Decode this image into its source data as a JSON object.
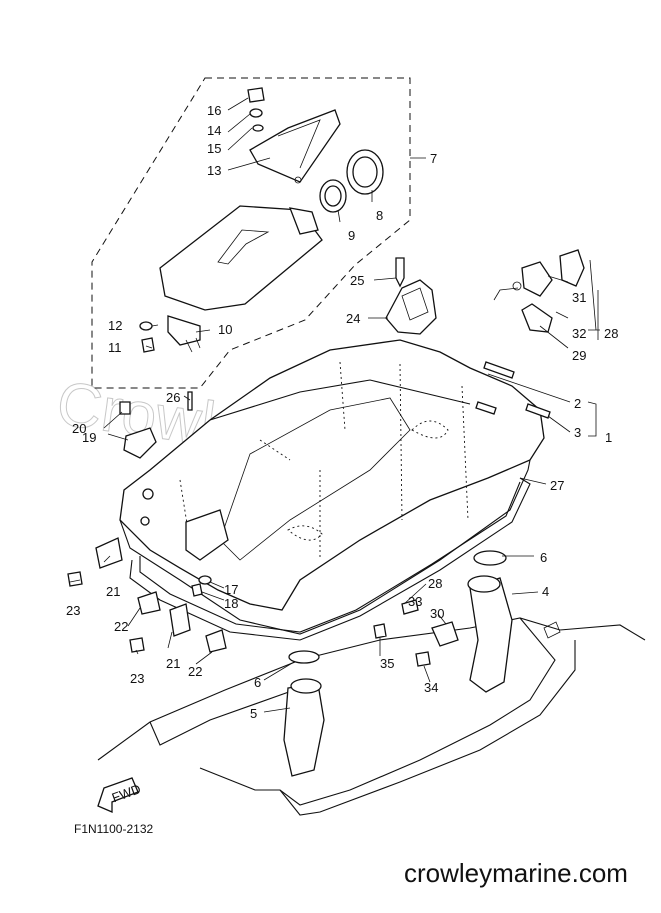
{
  "watermark": "Crowley Marine",
  "fwd_label": "FWD",
  "diagram_code": "F1N1100-2132",
  "site": "crowleymarine.com",
  "callouts": {
    "c1": "1",
    "c2": "2",
    "c3": "3",
    "c4": "4",
    "c5": "5",
    "c6a": "6",
    "c6b": "6",
    "c7": "7",
    "c8": "8",
    "c9": "9",
    "c10": "10",
    "c11": "11",
    "c12": "12",
    "c13": "13",
    "c14": "14",
    "c15": "15",
    "c16": "16",
    "c17": "17",
    "c18": "18",
    "c19": "19",
    "c20": "20",
    "c21a": "21",
    "c21b": "21",
    "c22a": "22",
    "c22b": "22",
    "c23a": "23",
    "c23b": "23",
    "c24": "24",
    "c25": "25",
    "c26": "26",
    "c27": "27",
    "c28a": "28",
    "c28b": "28",
    "c29": "29",
    "c30": "30",
    "c31": "31",
    "c32": "32",
    "c33": "33",
    "c34": "34",
    "c35": "35"
  }
}
